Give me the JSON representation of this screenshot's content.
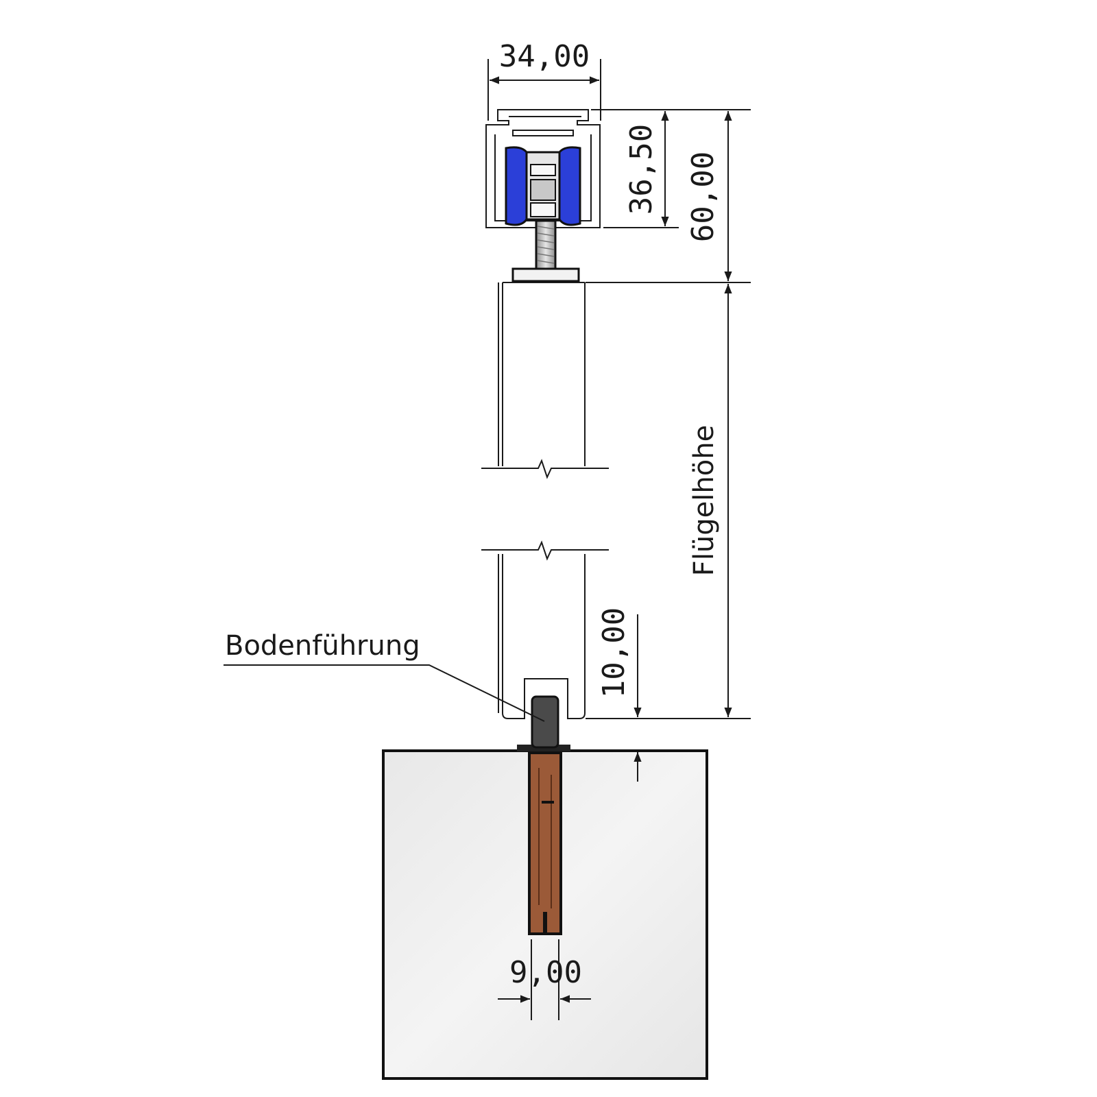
{
  "dimensions": {
    "track_width": "34,00",
    "track_inner_height": "36,50",
    "track_total_height": "60,00",
    "sash_height": "Flügelhöhe",
    "guide_engagement": "10,00",
    "pin_diameter": "9,00"
  },
  "labels": {
    "floor_guide": "Bodenführung"
  },
  "colors": {
    "roller": "#2b3fd8",
    "floor": "#eeeeee",
    "dowel": "#9b5a38",
    "guide_pin": "#4a4a4a",
    "bolt": "#bdbdbd"
  }
}
